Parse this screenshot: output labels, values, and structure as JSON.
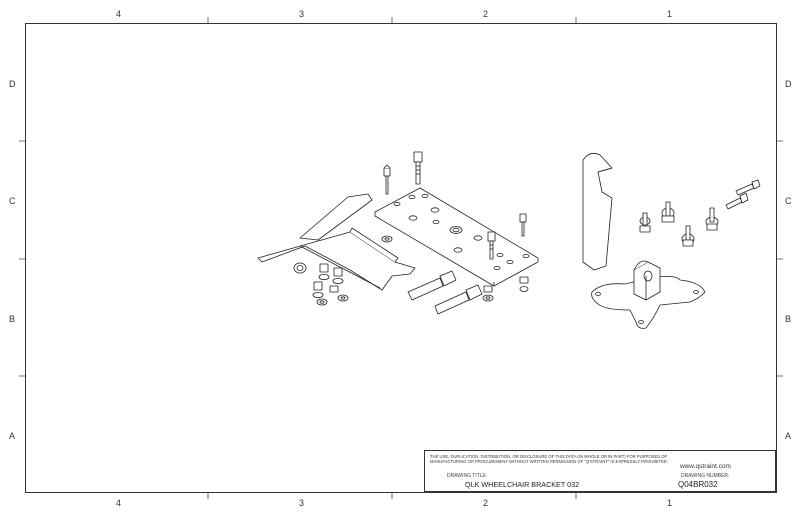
{
  "zones": {
    "columns": [
      "4",
      "3",
      "2",
      "1"
    ],
    "rows": [
      "D",
      "C",
      "B",
      "A"
    ]
  },
  "title_block": {
    "notice": "THE USE, DUPLICATION, DISTRIBUTION, OR DISCLOSURE OF THIS DATA (IN WHOLE OR IN PART) FOR PURPOSES OF MANUFACTURING OR PROCUREMENT WITHOUT WRITTEN PERMISSION OF \"Q'STRAINT\" IS EXPRESSLY PROHIBITED.",
    "drawing_title_label": "DRAWING TITLE:",
    "drawing_title": "QLK WHEELCHAIR BRACKET 032",
    "website": "www.qstraint.com",
    "drawing_number_label": "DRAWING NUMBER:",
    "drawing_number": "Q04BR032"
  },
  "colors": {
    "line": "#333333",
    "paper": "#ffffff"
  }
}
